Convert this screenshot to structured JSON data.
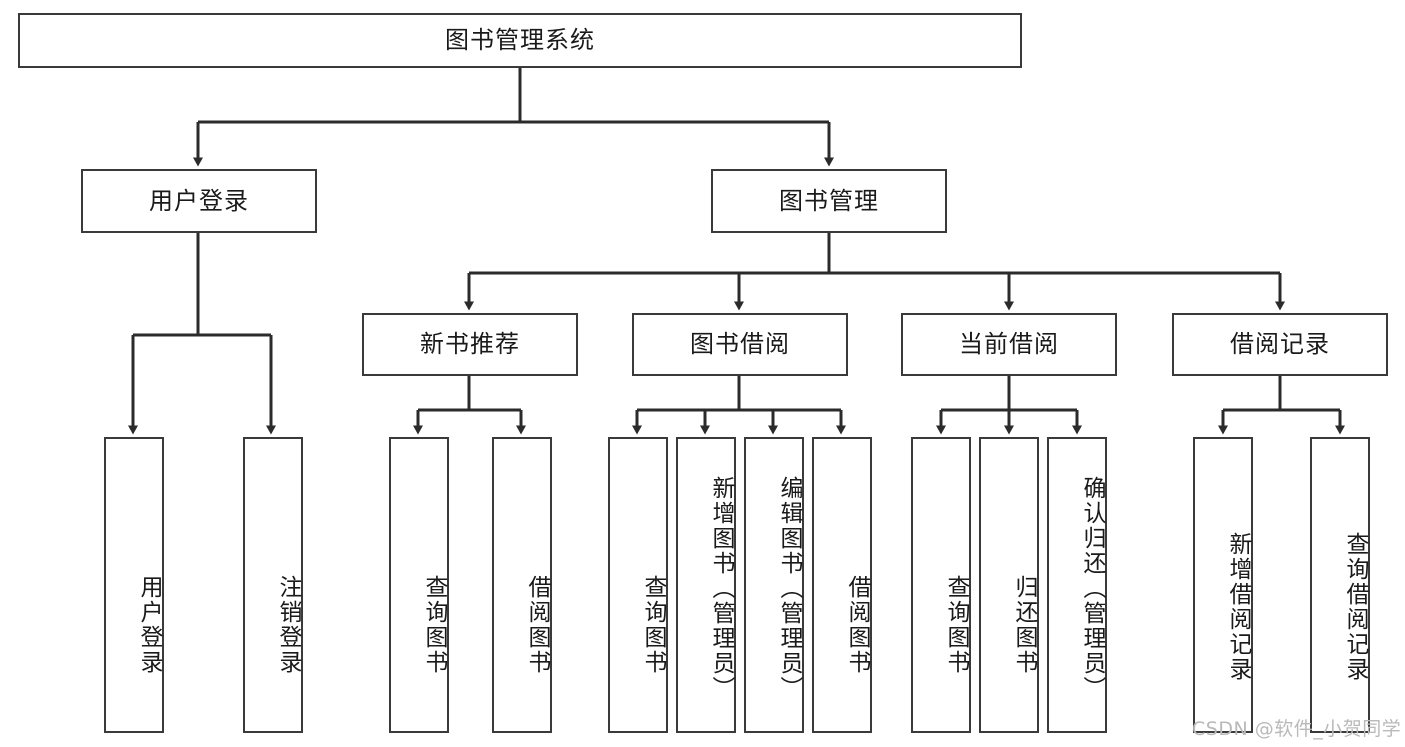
{
  "diagram": {
    "title": "图书管理系统",
    "type": "tree-hierarchy",
    "watermark": "CSDN @软件_小贺同学",
    "colors": {
      "box_border": "#3a3a3a",
      "box_fill": "#ffffff",
      "edge": "#2b2b2b",
      "text": "#1a1a1a",
      "watermark": "#b9b9b9"
    }
  },
  "nodes": {
    "root": {
      "label": "图书管理系统",
      "level": 0,
      "orientation": "horizontal"
    },
    "l1": [
      {
        "id": "user-login",
        "label": "用户登录",
        "orientation": "horizontal"
      },
      {
        "id": "book-manage",
        "label": "图书管理",
        "orientation": "horizontal"
      }
    ],
    "l2": [
      {
        "id": "new-book-rec",
        "label": "新书推荐",
        "orientation": "horizontal"
      },
      {
        "id": "book-borrow",
        "label": "图书借阅",
        "orientation": "horizontal"
      },
      {
        "id": "current-borrow",
        "label": "当前借阅",
        "orientation": "horizontal"
      },
      {
        "id": "borrow-record",
        "label": "借阅记录",
        "orientation": "horizontal"
      }
    ],
    "leaves": {
      "user_login": [
        {
          "id": "leaf-user-login",
          "label": "用户登录",
          "orientation": "vertical"
        },
        {
          "id": "leaf-logout-login",
          "label": "注销登录",
          "orientation": "vertical"
        }
      ],
      "new_book_rec": [
        {
          "id": "leaf-query-book-1",
          "label": "查询图书",
          "orientation": "vertical"
        },
        {
          "id": "leaf-borrow-book-1",
          "label": "借阅图书",
          "orientation": "vertical"
        }
      ],
      "book_borrow": [
        {
          "id": "leaf-query-book-2",
          "label": "查询图书",
          "orientation": "vertical"
        },
        {
          "id": "leaf-add-book",
          "label": "新增图书（管理员）",
          "orientation": "vertical"
        },
        {
          "id": "leaf-edit-book",
          "label": "编辑图书（管理员）",
          "orientation": "vertical"
        },
        {
          "id": "leaf-borrow-book-2",
          "label": "借阅图书",
          "orientation": "vertical"
        }
      ],
      "current_borrow": [
        {
          "id": "leaf-query-book-3",
          "label": "查询图书",
          "orientation": "vertical"
        },
        {
          "id": "leaf-return-book",
          "label": "归还图书",
          "orientation": "vertical"
        },
        {
          "id": "leaf-confirm-return",
          "label": "确认归还（管理员）",
          "orientation": "vertical"
        }
      ],
      "borrow_record": [
        {
          "id": "leaf-add-record",
          "label": "新增借阅记录",
          "orientation": "vertical"
        },
        {
          "id": "leaf-query-record",
          "label": "查询借阅记录",
          "orientation": "vertical"
        }
      ]
    }
  },
  "chart_data": {
    "type": "tree",
    "title": "图书管理系统",
    "tree": {
      "name": "图书管理系统",
      "children": [
        {
          "name": "用户登录",
          "children": [
            {
              "name": "用户登录"
            },
            {
              "name": "注销登录"
            }
          ]
        },
        {
          "name": "图书管理",
          "children": [
            {
              "name": "新书推荐",
              "children": [
                {
                  "name": "查询图书"
                },
                {
                  "name": "借阅图书"
                }
              ]
            },
            {
              "name": "图书借阅",
              "children": [
                {
                  "name": "查询图书"
                },
                {
                  "name": "新增图书（管理员）"
                },
                {
                  "name": "编辑图书（管理员）"
                },
                {
                  "name": "借阅图书"
                }
              ]
            },
            {
              "name": "当前借阅",
              "children": [
                {
                  "name": "查询图书"
                },
                {
                  "name": "归还图书"
                },
                {
                  "name": "确认归还（管理员）"
                }
              ]
            },
            {
              "name": "借阅记录",
              "children": [
                {
                  "name": "新增借阅记录"
                },
                {
                  "name": "查询借阅记录"
                }
              ]
            }
          ]
        }
      ]
    },
    "depth": 4,
    "node_count": 18,
    "leaf_count": 13,
    "orientation": "top-down",
    "edge_style": "orthogonal-arrow"
  }
}
